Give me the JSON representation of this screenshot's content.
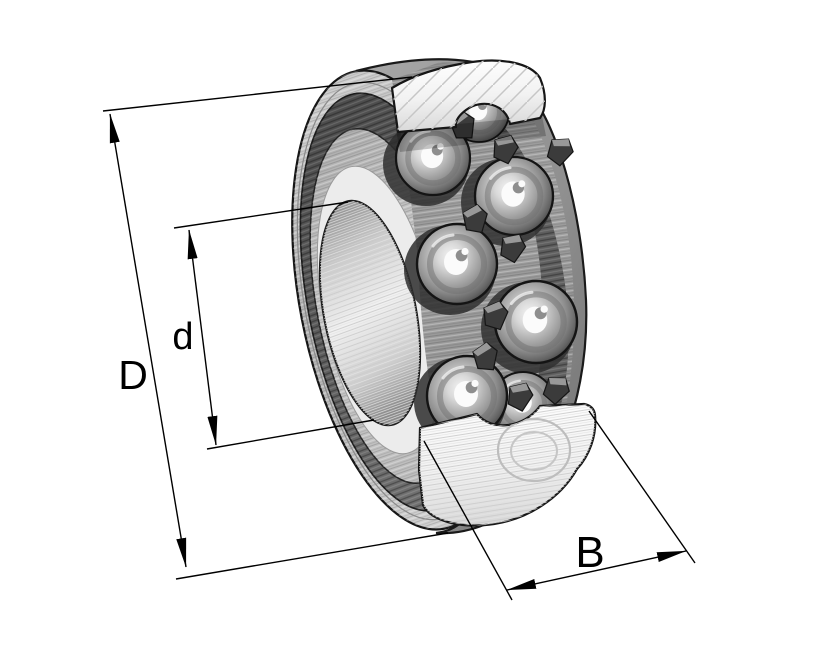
{
  "diagram": {
    "dimension_labels": {
      "outer_diameter": "D",
      "bore_diameter": "d",
      "width": "B"
    },
    "colors": {
      "background": "#ffffff",
      "line": "#000000",
      "cut_surface": "#f6f6f6",
      "metal_light": "#c9c9c9",
      "metal_mid": "#9a9a9a",
      "metal_dark": "#555555"
    }
  }
}
